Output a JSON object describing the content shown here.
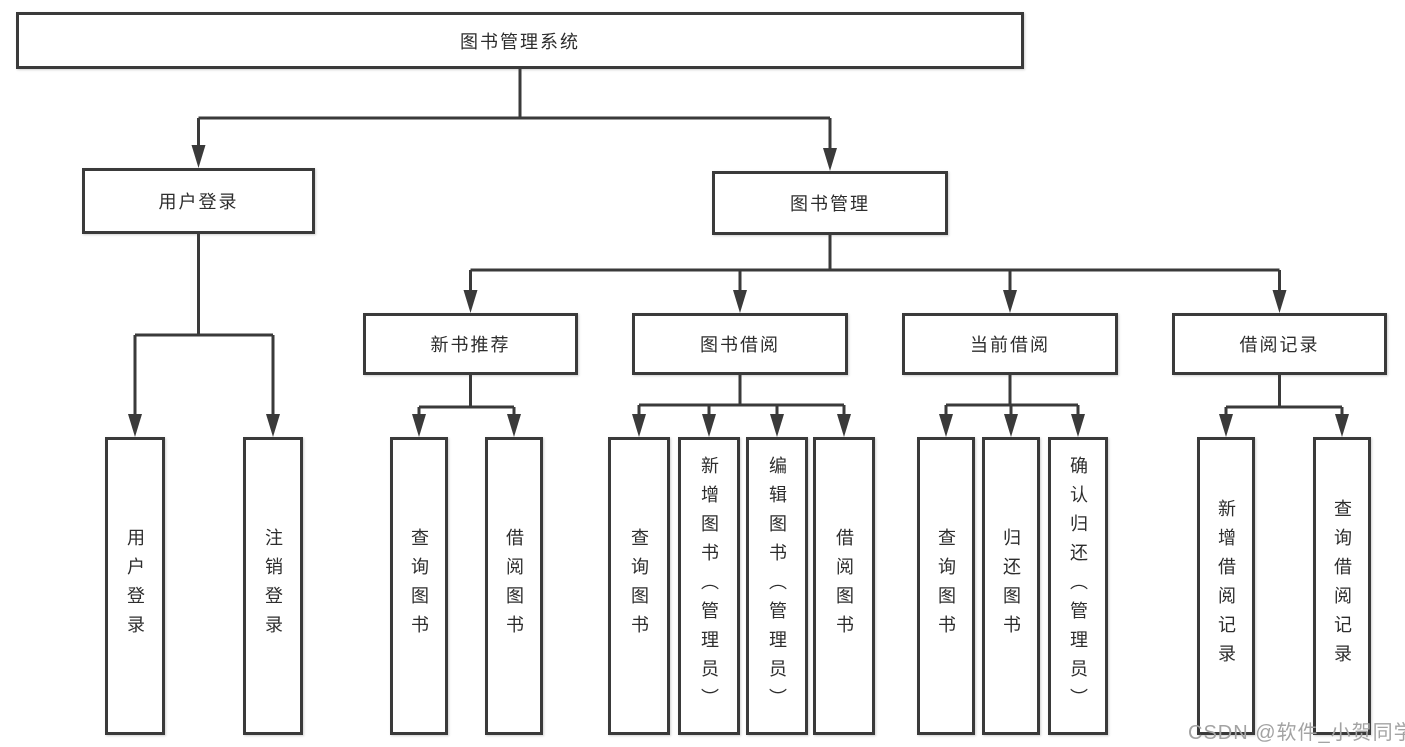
{
  "diagram": {
    "title": "图书管理系统",
    "branches": {
      "user_login": {
        "label": "用户登录",
        "leaves": [
          "用户登录",
          "注销登录"
        ]
      },
      "book_management": {
        "label": "图书管理",
        "groups": {
          "new_book_recommend": {
            "label": "新书推荐",
            "leaves": [
              "查询图书",
              "借阅图书"
            ]
          },
          "book_borrowing": {
            "label": "图书借阅",
            "leaves": [
              "查询图书",
              "新增图书（管理员）",
              "编辑图书（管理员）",
              "借阅图书"
            ]
          },
          "current_borrowing": {
            "label": "当前借阅",
            "leaves": [
              "查询图书",
              "归还图书",
              "确认归还（管理员）"
            ]
          },
          "borrowing_records": {
            "label": "借阅记录",
            "leaves": [
              "新增借阅记录",
              "查询借阅记录"
            ]
          }
        }
      }
    }
  },
  "watermark": {
    "text": "CSDN @软件_小贺同学"
  },
  "colors": {
    "line": "#3a3a3a",
    "border": "#3a3a3a",
    "text": "#2d2d2d",
    "watermark": "#a3a3a3",
    "background": "#ffffff"
  }
}
